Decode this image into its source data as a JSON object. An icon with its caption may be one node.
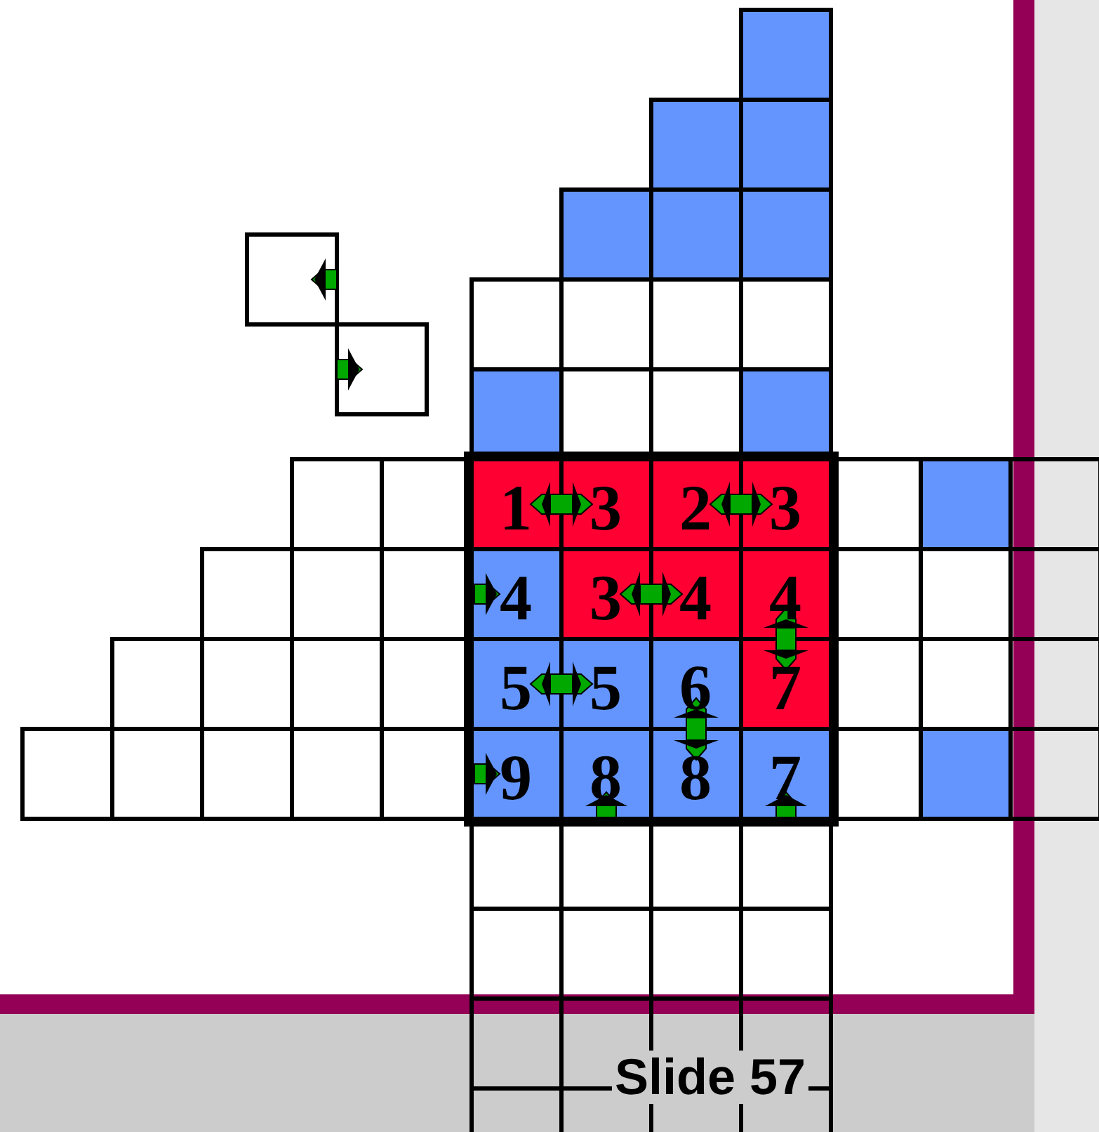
{
  "diagram": {
    "labels": [
      "1",
      "3",
      "2",
      "3",
      "4",
      "3",
      "4",
      "4",
      "5",
      "5",
      "6",
      "7",
      "9",
      "8",
      "8",
      "7",
      "Slide 57"
    ]
  }
}
